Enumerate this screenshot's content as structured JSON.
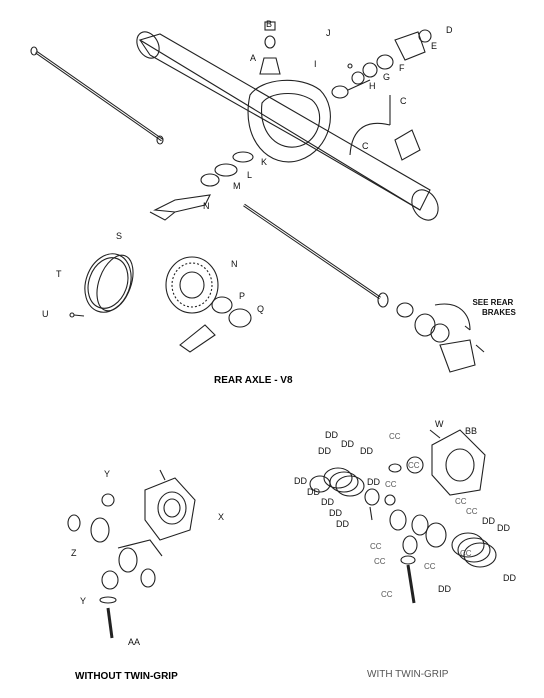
{
  "captions": {
    "rear_axle": "REAR AXLE - V8",
    "without_twin_grip": "WITHOUT TWIN-GRIP",
    "with_twin_grip": "WITH TWIN-GRIP"
  },
  "note": {
    "line1": "SEE REAR",
    "line2": "BRAKES"
  },
  "callouts": {
    "a": "A",
    "b": "B",
    "c1": "C",
    "c2": "C",
    "d": "D",
    "e": "E",
    "f": "F",
    "g": "G",
    "h": "H",
    "i": "I",
    "j": "J",
    "k": "K",
    "l": "L",
    "m": "M",
    "n1": "N",
    "n2": "N",
    "p": "P",
    "q": "Q",
    "s": "S",
    "t": "T",
    "u": "U",
    "x": "X",
    "y1": "Y",
    "y2": "Y",
    "z": "Z",
    "aa": "AA",
    "w": "W",
    "bb": "BB",
    "dd1": "DD",
    "dd2": "DD",
    "dd3": "DD",
    "dd4": "DD",
    "dd5": "DD",
    "dd6": "DD",
    "dd7": "DD",
    "dd8": "DD",
    "dd9": "DD",
    "dd10": "DD",
    "dd11": "DD",
    "dd12": "DD",
    "dd13": "DD",
    "cc1": "CC",
    "cc2": "CC",
    "cc3": "CC",
    "cc4": "CC",
    "cc5": "CC",
    "cc6": "CC",
    "cc7": "CC",
    "cc8": "CC",
    "cc9": "CC",
    "cc10": "CC"
  }
}
